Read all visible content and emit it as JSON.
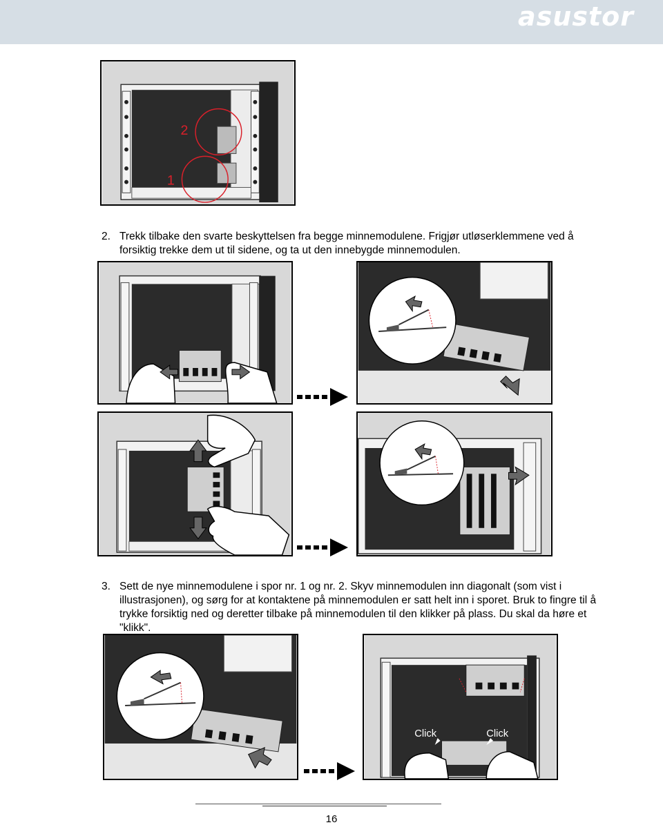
{
  "header": {
    "brand": "asustor",
    "color": "#d6dee5"
  },
  "figure1": {
    "label_1": "1",
    "label_2": "2",
    "accent": "#d9202a"
  },
  "step2": {
    "number": "2.",
    "text": "Trekk tilbake den svarte beskyttelsen fra begge minnemodulene. Frigjør utløserklemmene ved å forsiktig trekke dem ut til sidene, og ta ut den innebygde minnemodulen."
  },
  "step3": {
    "number": "3.",
    "text": "Sett de nye minnemodulene i spor nr. 1 og nr. 2. Skyv minnemodulen inn diagonalt (som vist i illustrasjonen), og sørg for at kontaktene på minnemodulen er satt helt inn i sporet. Bruk to fingre til å trykke forsiktig ned og deretter tilbake på minnemodulen til den klikker på plass. Du skal da høre et \"klikk\"."
  },
  "figure_click": {
    "click_left": "Click",
    "click_right": "Click"
  },
  "icons": [
    "arrow-right-icon",
    "arrow-left-icon",
    "arrow-up-icon",
    "arrow-down-icon",
    "dashed-arrow-icon"
  ],
  "footer": {
    "page_number": "16"
  }
}
